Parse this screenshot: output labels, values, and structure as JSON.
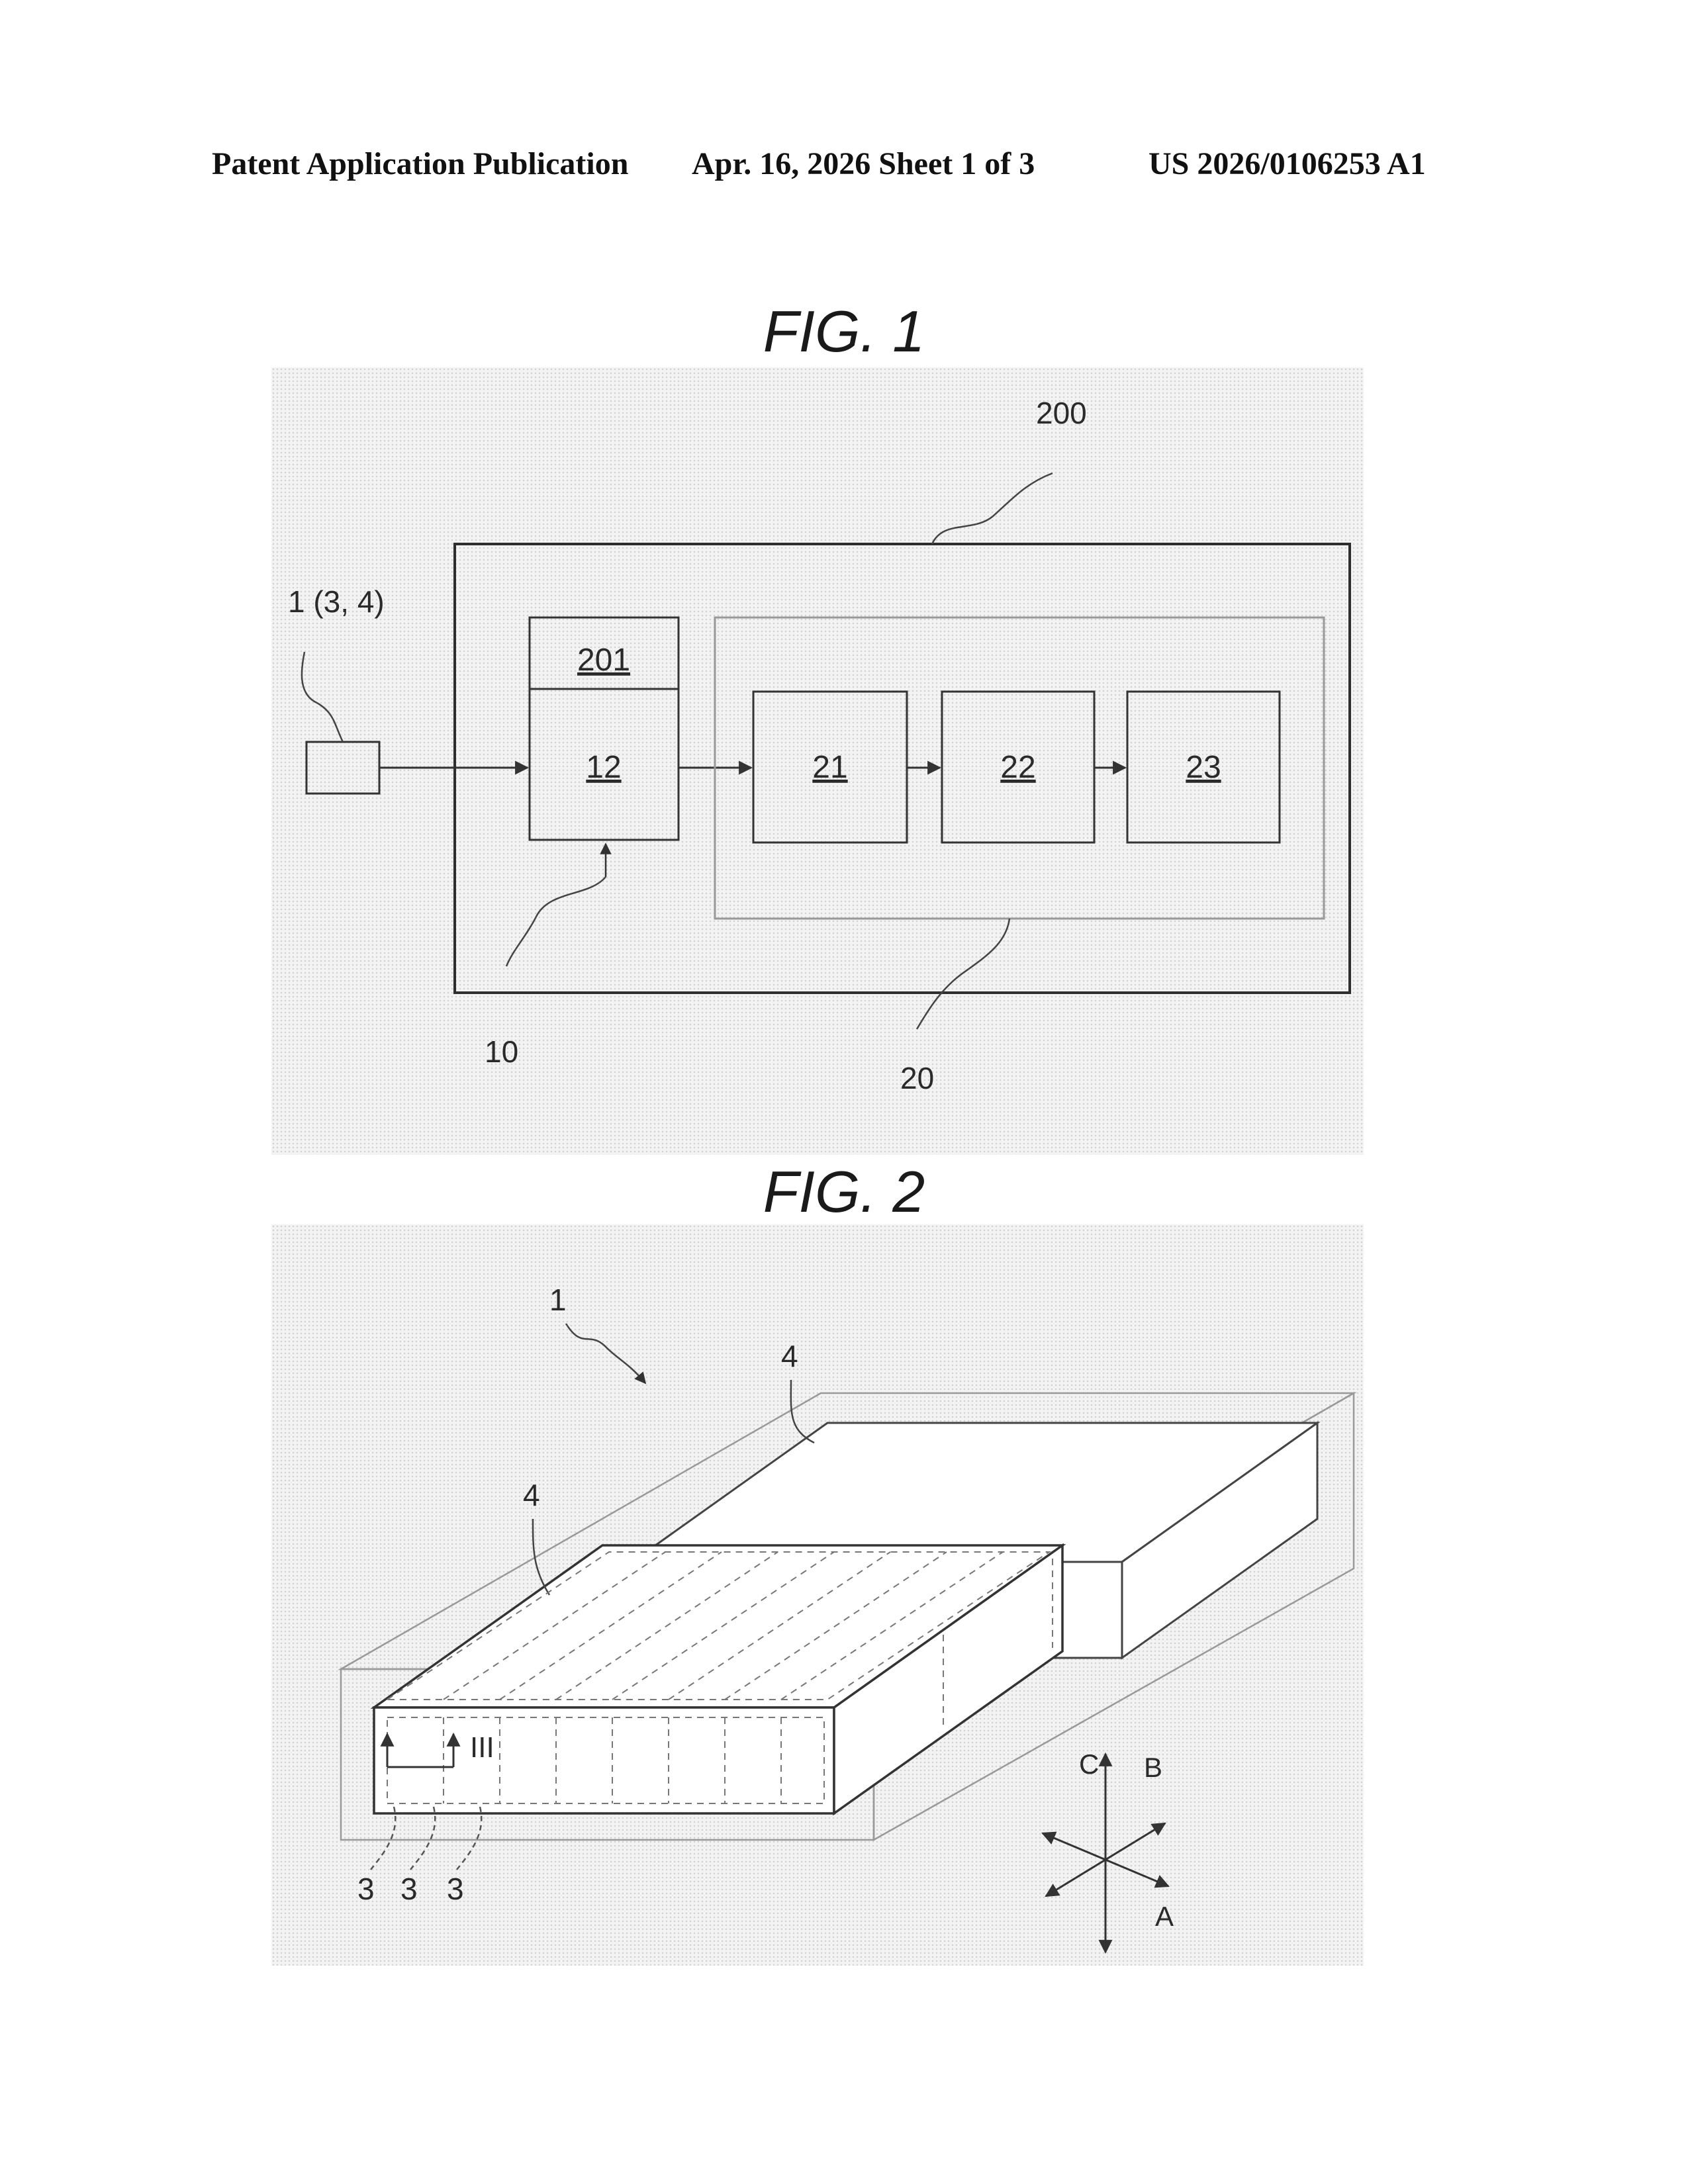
{
  "header": {
    "left": "Patent Application Publication",
    "middle": "Apr. 16, 2026  Sheet 1 of 3",
    "right": "US 2026/0106253 A1"
  },
  "fig1": {
    "title": "FIG. 1",
    "labels": {
      "system": "200",
      "input": "1 (3, 4)",
      "storage": "201",
      "acquisition": "12",
      "unit10": "10",
      "group20": "20",
      "block21": "21",
      "block22": "22",
      "block23": "23"
    }
  },
  "fig2": {
    "title": "FIG. 2",
    "labels": {
      "assembly": "1",
      "module_back": "4",
      "module_front": "4",
      "section": "III",
      "cell_a": "3",
      "cell_b": "3",
      "cell_c": "3",
      "axis_c": "C",
      "axis_b": "B",
      "axis_a": "A"
    }
  }
}
